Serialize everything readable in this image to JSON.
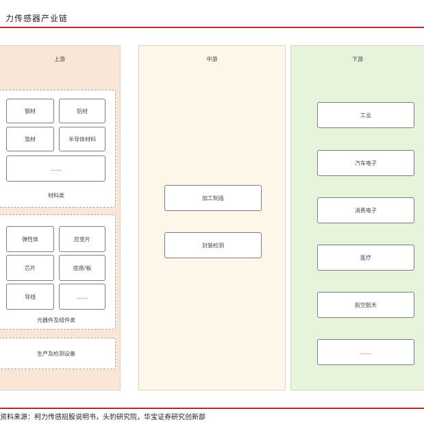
{
  "header": {
    "title": "力传感器产业链"
  },
  "columns": {
    "upstream": {
      "title": "上游",
      "materials": {
        "items": [
          "钢材",
          "铝材",
          "箔材",
          "半导体材料",
          "……"
        ],
        "label": "材料类"
      },
      "components": {
        "items": [
          "弹性体",
          "应变片",
          "芯片",
          "底座/板",
          "导线",
          "……"
        ],
        "label": "元器件及组件类"
      },
      "equipment": {
        "label": "生产及检测设备"
      }
    },
    "midstream": {
      "title": "中游",
      "items": [
        "加工制造",
        "封装检测"
      ]
    },
    "downstream": {
      "title": "下游",
      "items": [
        "工业",
        "汽车电子",
        "消费电子",
        "医疗",
        "航空航天",
        "……"
      ]
    }
  },
  "footer": {
    "source": "资料来源：柯力传感招股说明书，头豹研究院，华宝证券研究创新部"
  },
  "colors": {
    "accent_red": "#b8242a",
    "upstream_bg": "#fae6d6",
    "midstream_bg": "#fcf7e8",
    "downstream_bg": "#e6f4db"
  }
}
